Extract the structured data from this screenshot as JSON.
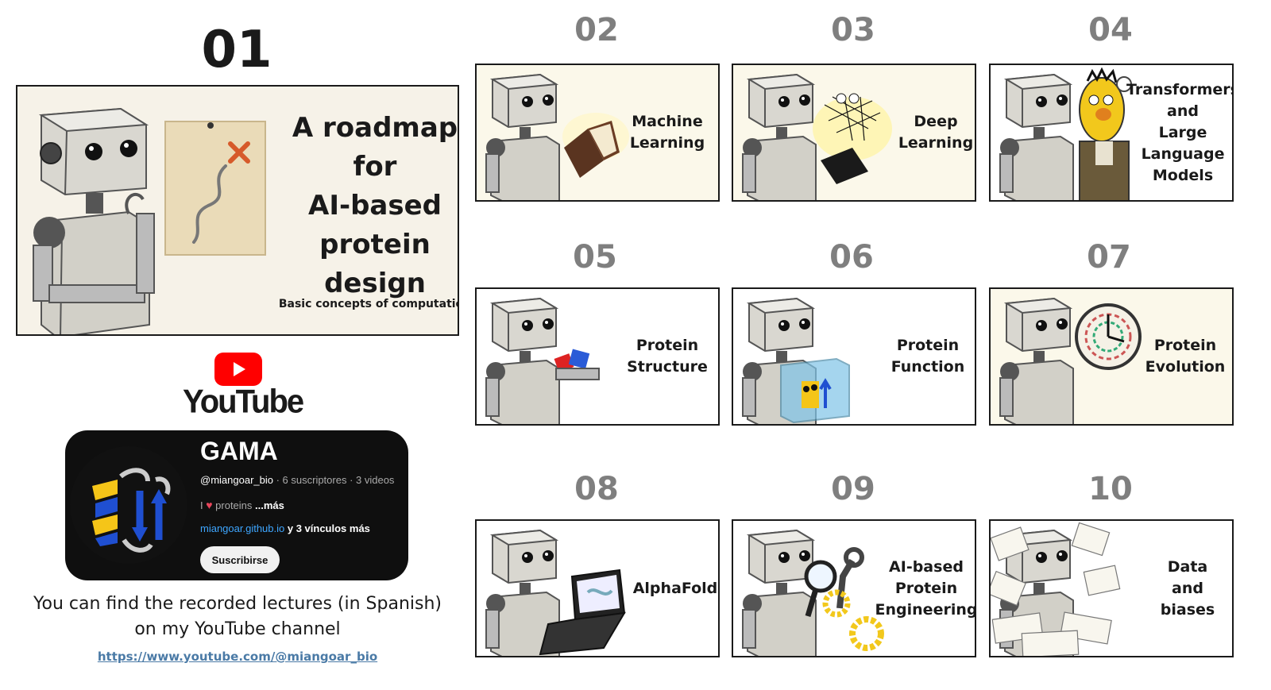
{
  "hero": {
    "number": "01",
    "title": "A roadmap\nfor\nAI-based\nprotein\ndesign",
    "subtitle": "Basic concepts of computation"
  },
  "modules": [
    {
      "number": "02",
      "label": "Machine\nLearning",
      "illustration": "robot-reading-book"
    },
    {
      "number": "03",
      "label": "Deep\nLearning",
      "illustration": "robot-book-neural-network"
    },
    {
      "number": "04",
      "label": "Transformers\nand\nLarge\nLanguage\nModels",
      "illustration": "robot-with-puppet"
    },
    {
      "number": "05",
      "label": "Protein\nStructure",
      "illustration": "robot-holding-blocks"
    },
    {
      "number": "06",
      "label": "Protein\nFunction",
      "illustration": "robot-glass-box"
    },
    {
      "number": "07",
      "label": "Protein\nEvolution",
      "illustration": "robot-clock"
    },
    {
      "number": "08",
      "label": "AlphaFold",
      "illustration": "robot-laptop"
    },
    {
      "number": "09",
      "label": "AI-based\nProtein\nEngineering",
      "illustration": "robot-magnifier-tools"
    },
    {
      "number": "10",
      "label": "Data\nand\nbiases",
      "illustration": "robot-paper-pile"
    }
  ],
  "youtube": {
    "logo_text": "YouTube",
    "channel_name": "GAMA",
    "handle": "@miangoar_bio",
    "stats": " · 6 suscriptores · 3 videos",
    "desc_prefix": "I ",
    "desc_suffix": " proteins ",
    "desc_more": "...más",
    "link": "miangoar.github.io",
    "links_more": " y 3 vínculos más",
    "subscribe": "Suscribirse",
    "brand_red": "#ff0000"
  },
  "caption": "You can find the recorded lectures (in Spanish)\non my YouTube channel",
  "url": "https://www.youtube.com/@miangoar_bio"
}
